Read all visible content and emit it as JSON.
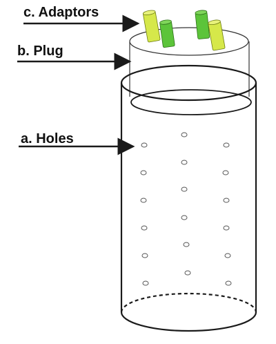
{
  "labels": {
    "adaptors": "c. Adaptors",
    "plug": "b. Plug",
    "holes": "a. Holes"
  },
  "colors": {
    "outline": "#1a1a1a",
    "hole_fill": "#ffffff",
    "hole_stroke": "#555555",
    "adaptor_light": "#d6e84a",
    "adaptor_dark": "#5cc43a",
    "plug_outline": "#333333"
  }
}
